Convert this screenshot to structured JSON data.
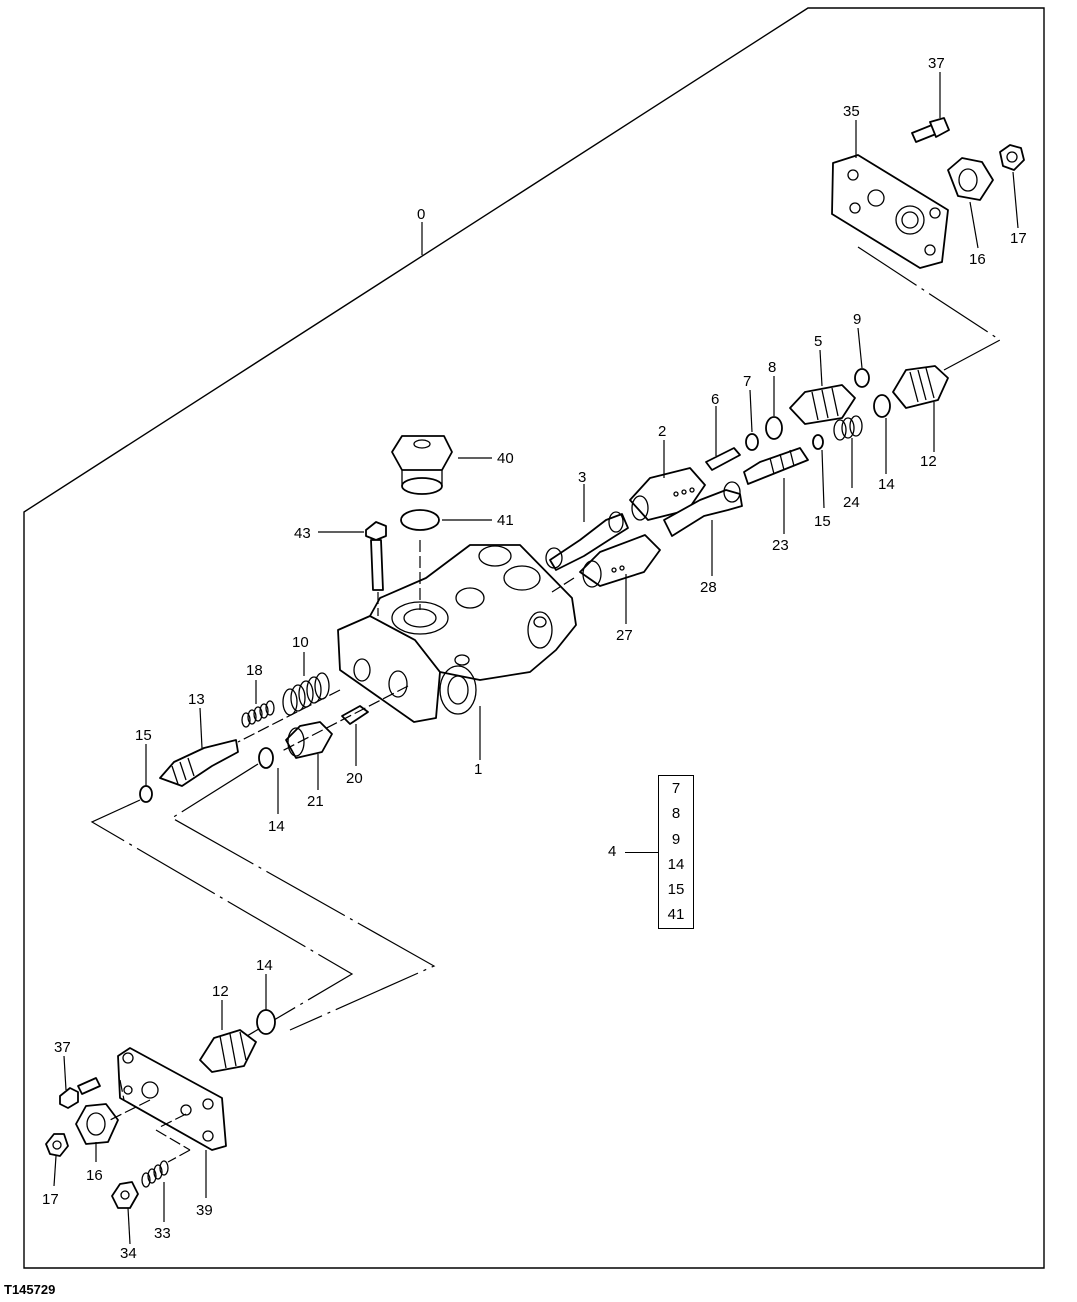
{
  "drawing_id": "T145729",
  "assembly_label": "0",
  "callouts": {
    "c37_top": "37",
    "c35": "35",
    "c17_top": "17",
    "c16_top": "16",
    "c9": "9",
    "c5": "5",
    "c8": "8",
    "c7": "7",
    "c6": "6",
    "c2": "2",
    "c3": "3",
    "c40": "40",
    "c41": "41",
    "c43": "43",
    "c12_top": "12",
    "c14_top": "14",
    "c24": "24",
    "c15_top": "15",
    "c23": "23",
    "c28": "28",
    "c27": "27",
    "c10": "10",
    "c18": "18",
    "c13": "13",
    "c15_left": "15",
    "c14_left": "14",
    "c21": "21",
    "c20": "20",
    "c1": "1",
    "c14_bot": "14",
    "c12_bot": "12",
    "c37_bot": "37",
    "c16_bot": "16",
    "c17_bot": "17",
    "c39": "39",
    "c33": "33",
    "c34": "34"
  },
  "kit": {
    "label": "4",
    "items": [
      "7",
      "8",
      "9",
      "14",
      "15",
      "41"
    ]
  }
}
